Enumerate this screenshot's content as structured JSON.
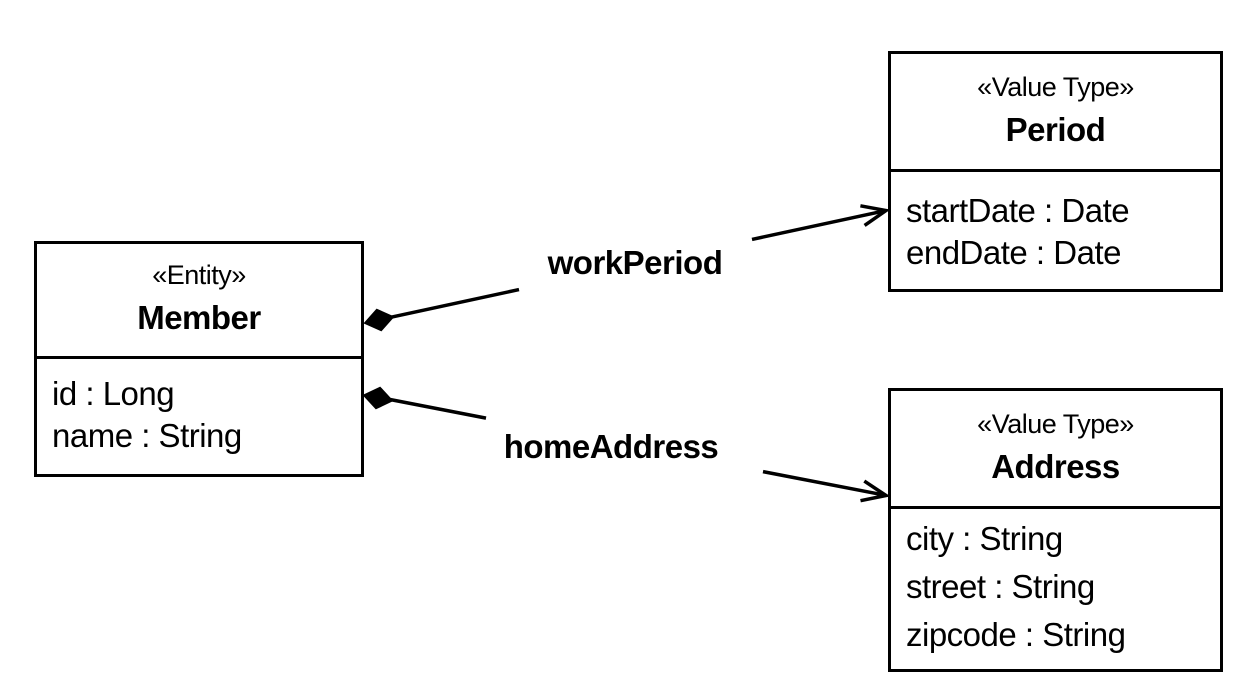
{
  "diagram": {
    "type": "uml-class-diagram",
    "background_color": "#ffffff",
    "line_color": "#000000",
    "classes": [
      {
        "id": "member",
        "stereotype": "«Entity»",
        "name": "Member",
        "attributes": [
          "id : Long",
          "name : String"
        ]
      },
      {
        "id": "period",
        "stereotype": "«Value Type»",
        "name": "Period",
        "attributes": [
          "startDate : Date",
          "endDate : Date"
        ]
      },
      {
        "id": "address",
        "stereotype": "«Value Type»",
        "name": "Address",
        "attributes": [
          "city : String",
          "street : String",
          "zipcode : String"
        ]
      }
    ],
    "relationships": [
      {
        "label": "workPeriod",
        "from": "Member",
        "to": "Period",
        "type": "composition",
        "from_marker": "filled-diamond",
        "to_marker": "open-arrow"
      },
      {
        "label": "homeAddress",
        "from": "Member",
        "to": "Address",
        "type": "composition",
        "from_marker": "filled-diamond",
        "to_marker": "open-arrow"
      }
    ]
  }
}
